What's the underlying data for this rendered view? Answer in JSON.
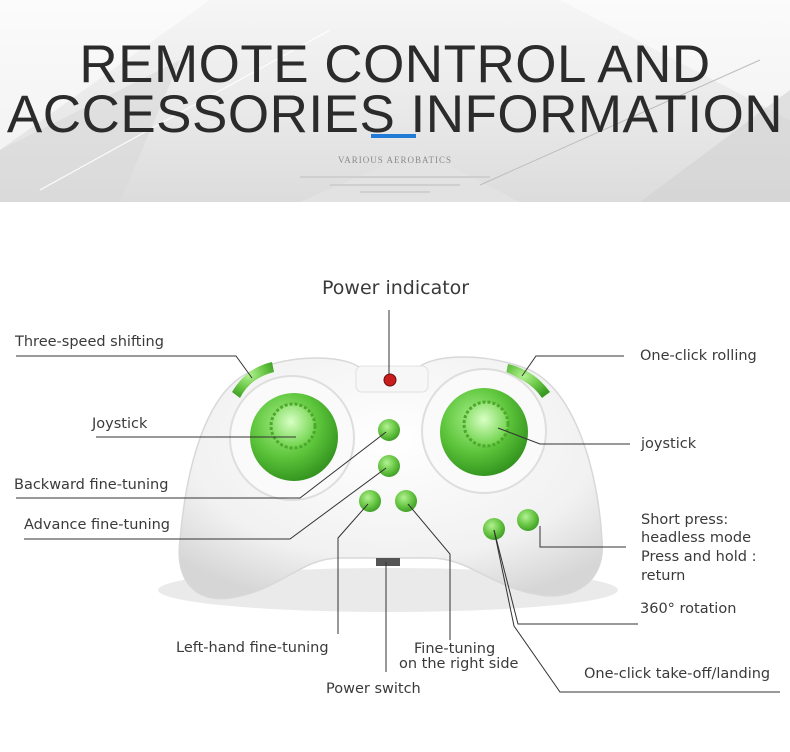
{
  "banner": {
    "title_line1": "REMOTE CONTROL AND",
    "title_line2": "ACCESSORIES INFORMATION",
    "subtitle": "VARIOUS AEROBATICS"
  },
  "labels": {
    "power_indicator": "Power indicator",
    "three_speed_shifting": "Three-speed shifting",
    "one_click_rolling": "One-click rolling",
    "joystick_left": "Joystick",
    "joystick_right": "joystick",
    "backward_fine_tuning": "Backward fine-tuning",
    "advance_fine_tuning": "Advance fine-tuning",
    "short_press_line1": "Short press:",
    "short_press_line2": "headless mode",
    "press_hold_line1": "Press and hold :",
    "press_hold_line2": " return",
    "rotation_360": "360° rotation",
    "left_hand_fine_tuning": "Left-hand fine-tuning",
    "fine_tuning_right_line1": "Fine-tuning",
    "fine_tuning_right_line2": "on the right side",
    "power_switch": "Power switch",
    "take_off_landing": "One-click take-off/landing"
  },
  "colors": {
    "accent_green": "#5cc43a",
    "button_green": "#63c23f",
    "title_accent_blue": "#1f7ad8",
    "indicator_red": "#c81e1e",
    "controller_body": "#f4f4f4"
  }
}
